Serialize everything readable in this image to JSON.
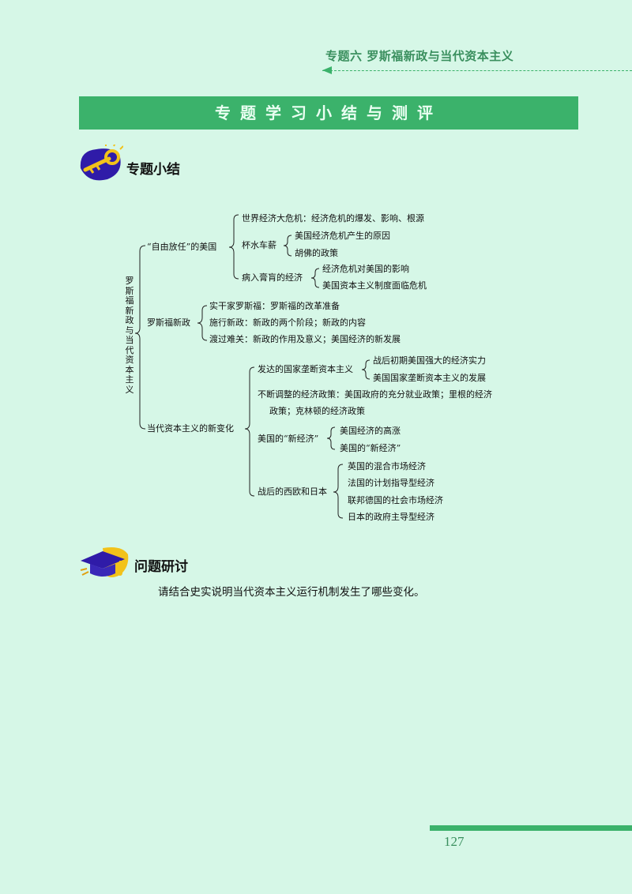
{
  "header": {
    "chapter_title": "专题六  罗斯福新政与当代资本主义"
  },
  "banner": {
    "title": "专题学习小结与测评"
  },
  "summary": {
    "heading": "专题小结",
    "icon": "key-icon",
    "root": "罗斯福新政与当代资本主义",
    "b1": {
      "label": "“自由放任”的美国",
      "c1": "世界经济大危机：经济危机的爆发、影响、根源",
      "c2": {
        "label": "杯水车薪",
        "d1": "美国经济危机产生的原因",
        "d2": "胡佛的政策"
      },
      "c3": {
        "label": "病入膏肓的经济",
        "d1": "经济危机对美国的影响",
        "d2": "美国资本主义制度面临危机"
      }
    },
    "b2": {
      "label": "罗斯福新政",
      "c1": "实干家罗斯福：罗斯福的改革准备",
      "c2": "施行新政：新政的两个阶段；新政的内容",
      "c3": "渡过难关：新政的作用及意义；美国经济的新发展"
    },
    "b3": {
      "label": "当代资本主义的新变化",
      "c1": {
        "label": "发达的国家垄断资本主义",
        "d1": "战后初期美国强大的经济实力",
        "d2": "美国国家垄断资本主义的发展"
      },
      "c2_line1": "不断调整的经济政策：美国政府的充分就业政策；里根的经济",
      "c2_line2": "政策；克林顿的经济政策",
      "c3": {
        "label": "美国的“新经济”",
        "d1": "美国经济的高涨",
        "d2": "美国的“新经济”"
      },
      "c4": {
        "label": "战后的西欧和日本",
        "d1": "英国的混合市场经济",
        "d2": "法国的计划指导型经济",
        "d3": "联邦德国的社会市场经济",
        "d4": "日本的政府主导型经济"
      }
    }
  },
  "discussion": {
    "heading": "问题研讨",
    "icon": "graduation-cap-icon",
    "question": "请结合史实说明当代资本主义运行机制发生了哪些变化。"
  },
  "footer": {
    "page_number": "127"
  },
  "colors": {
    "background": "#d6f7e7",
    "accent": "#3bb26b",
    "heading_green": "#3a8f5e"
  }
}
